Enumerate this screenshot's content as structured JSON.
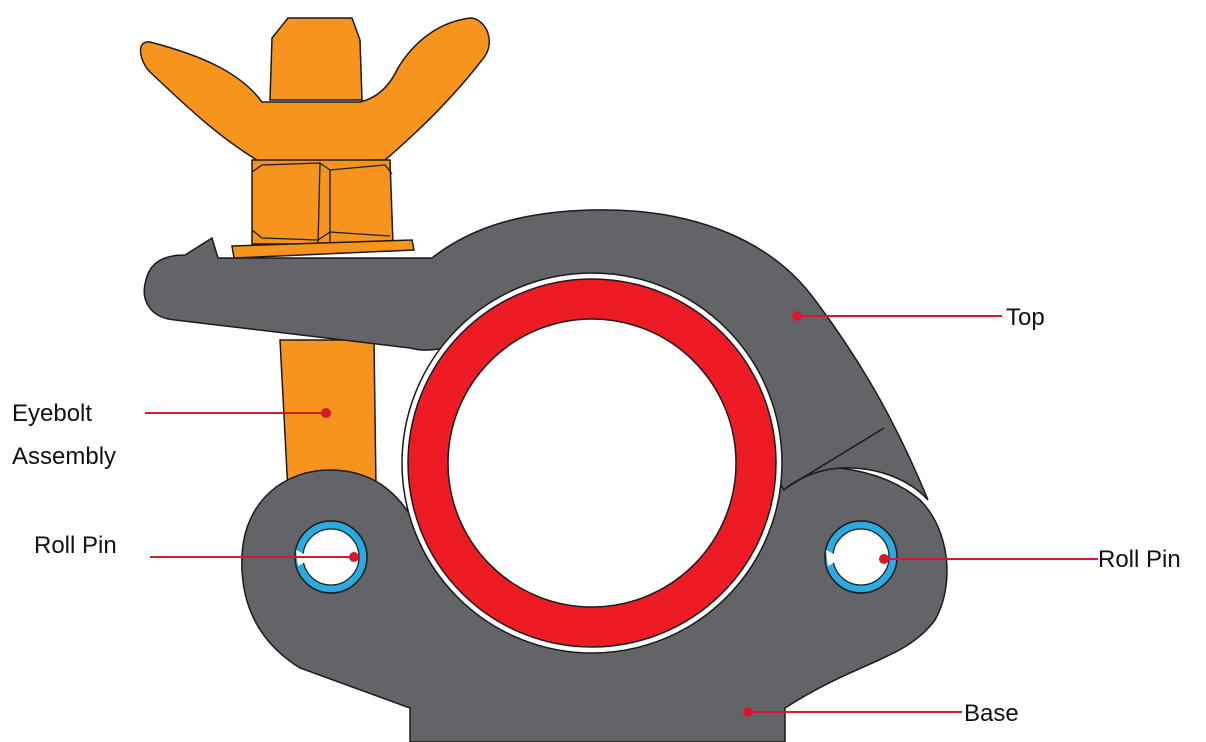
{
  "diagram": {
    "colors": {
      "clamp_body": "#636467",
      "eyebolt": "#F7941D",
      "ring": "#ED1C24",
      "roll_pin": "#29ABE2",
      "callout": "#D7192C",
      "outline": "#1a1a1a"
    },
    "labels": {
      "top": "Top",
      "eyebolt_line1": "Eyebolt",
      "eyebolt_line2": "Assembly",
      "roll_pin_left": "Roll Pin",
      "roll_pin_right": "Roll Pin",
      "base": "Base"
    }
  }
}
